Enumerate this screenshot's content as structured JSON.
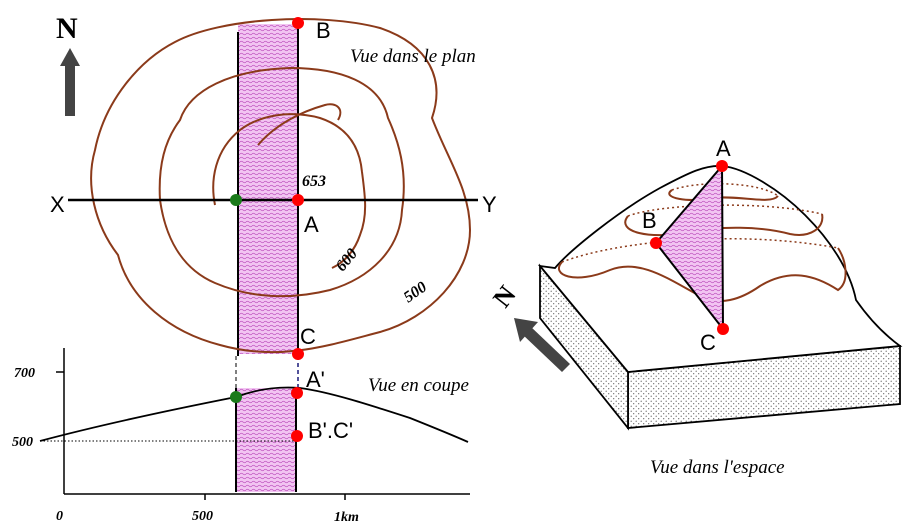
{
  "colors": {
    "contour": "#8B3A1A",
    "point": "#ff0000",
    "green_point": "#1a7a1a",
    "band": "#e7a6e7",
    "arrow": "#444444"
  },
  "icons": {
    "north_arrow": "arrow-up-icon",
    "north_arrow_3d": "arrow-diagonal-icon"
  },
  "plan": {
    "north_label": "N",
    "title": "Vue dans le plan",
    "label_x": "X",
    "label_y": "Y",
    "label_b": "B",
    "label_a": "A",
    "label_c": "C",
    "contour_653": "653",
    "contour_600": "600",
    "contour_500": "500"
  },
  "section": {
    "title": "Vue en coupe",
    "y_700": "700",
    "y_500": "500",
    "x_0": "0",
    "x_500": "500",
    "x_1km": "1km",
    "label_a_prime": "A'",
    "label_bc_prime": "B'.C'"
  },
  "space": {
    "title": "Vue dans l'espace",
    "label_a": "A",
    "label_b": "B",
    "label_c": "C",
    "north_label": "N"
  }
}
